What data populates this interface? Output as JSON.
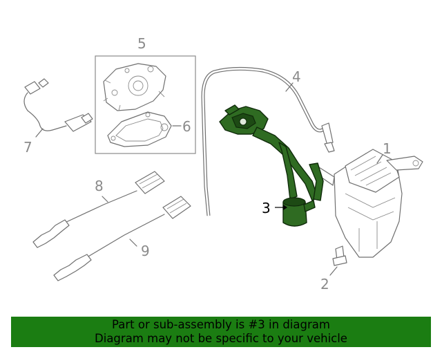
{
  "callouts": {
    "c1": "1",
    "c2": "2",
    "c3": "3",
    "c4": "4",
    "c5": "5",
    "c6": "6",
    "c7": "7",
    "c8": "8",
    "c9": "9"
  },
  "highlight_color": "#2f6b22",
  "banner": {
    "color": "#1b7d12",
    "line1": "Part or sub-assembly is #3 in diagram",
    "line2": "Diagram may not be specific to your vehicle"
  }
}
